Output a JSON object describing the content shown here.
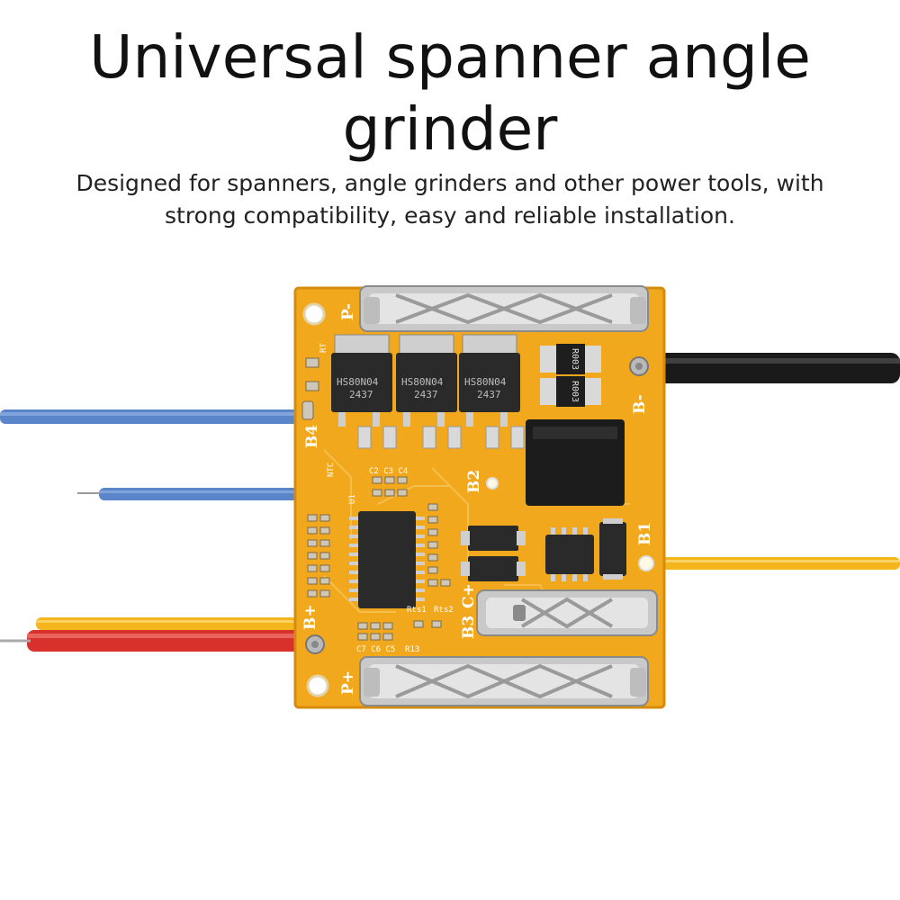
{
  "headline": {
    "line1": "Universal spanner angle",
    "line2": "grinder"
  },
  "subtitle": {
    "line1": "Designed for spanners, angle grinders and other power tools, with",
    "line2": "strong compatibility, easy and reliable installation."
  },
  "board": {
    "pcb_color": "#f2a81d",
    "silkscreen": {
      "p_minus": "P-",
      "p_plus": "P+",
      "b_minus": "B-",
      "b_plus": "B+",
      "b1": "B1",
      "b2": "B2",
      "b3": "B3",
      "b4": "B4",
      "c_plus": "C+",
      "rt": "RT",
      "ntc": "NTC",
      "u1": "U1",
      "c2c3c4": "C2 C3 C4",
      "c7c6c5": "C7 C6 C5",
      "r13": "R13",
      "rts1": "Rts1",
      "rts2": "Rts2"
    },
    "mosfet_marking_1": "HS80N04",
    "mosfet_marking_2": "2437",
    "resistor_marking": "R003"
  },
  "colors": {
    "wire_blue": "#5b85c9",
    "wire_yellow": "#f5b51c",
    "wire_red": "#d8302b",
    "wire_black": "#1a1a1a"
  }
}
